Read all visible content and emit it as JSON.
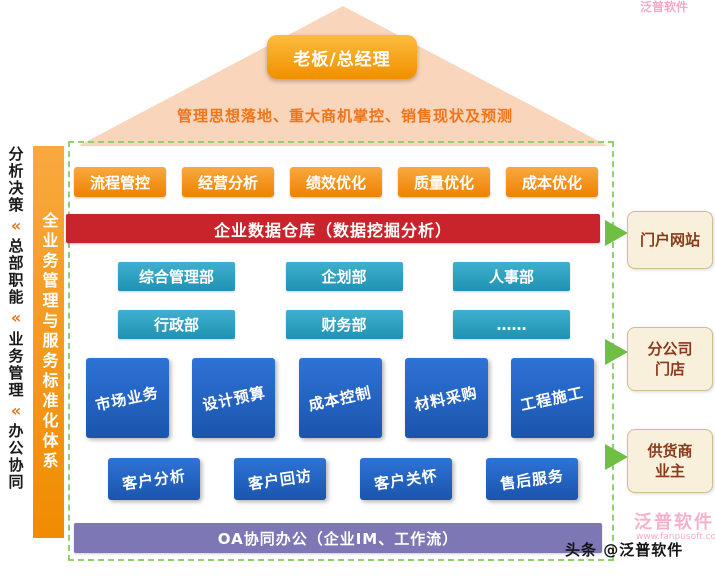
{
  "colors": {
    "roof_fill": "#f9d5bb",
    "accent_orange": "#f08c00",
    "red_banner": "#c9242b",
    "teal": "#2aa2c0",
    "blue": "#1f5fc0",
    "purple": "#7d77b6",
    "green_arrow": "#6fbf44",
    "cream_box": "#f8f0da",
    "dashed_border": "#90d06f"
  },
  "roof": {
    "boss": "老板/总经理",
    "subtitle": "管理思想落地、重大商机掌控、销售现状及预测"
  },
  "left_rail": {
    "labels": [
      "分析决策",
      "总部职能",
      "业务管理",
      "办公协同"
    ],
    "arrow_glyph": "«"
  },
  "spine_label": "全业务管理与服务标准化体系",
  "grid": {
    "process_row": [
      "流程管控",
      "经营分析",
      "绩效优化",
      "质量优化",
      "成本优化"
    ],
    "warehouse_banner": "企业数据仓库（数据挖掘分析）",
    "dept_row1": [
      "综合管理部",
      "企划部",
      "人事部"
    ],
    "dept_row2": [
      "行政部",
      "财务部",
      "……"
    ],
    "business_row": [
      "市场业务",
      "设计预算",
      "成本控制",
      "材料采购",
      "工程施工"
    ],
    "customer_row": [
      "客户分析",
      "客户回访",
      "客户关怀",
      "售后服务"
    ],
    "oa_banner": "OA协同办公（企业IM、工作流）"
  },
  "right_channels": [
    "门户网站",
    "分公司\n门店",
    "供货商\n业主"
  ],
  "watermarks": {
    "toutiao": "头条 @泛普软件",
    "brand_top": "泛普软件",
    "brand_bottom": "泛普软件",
    "site": "www.fanpusoft.com"
  }
}
